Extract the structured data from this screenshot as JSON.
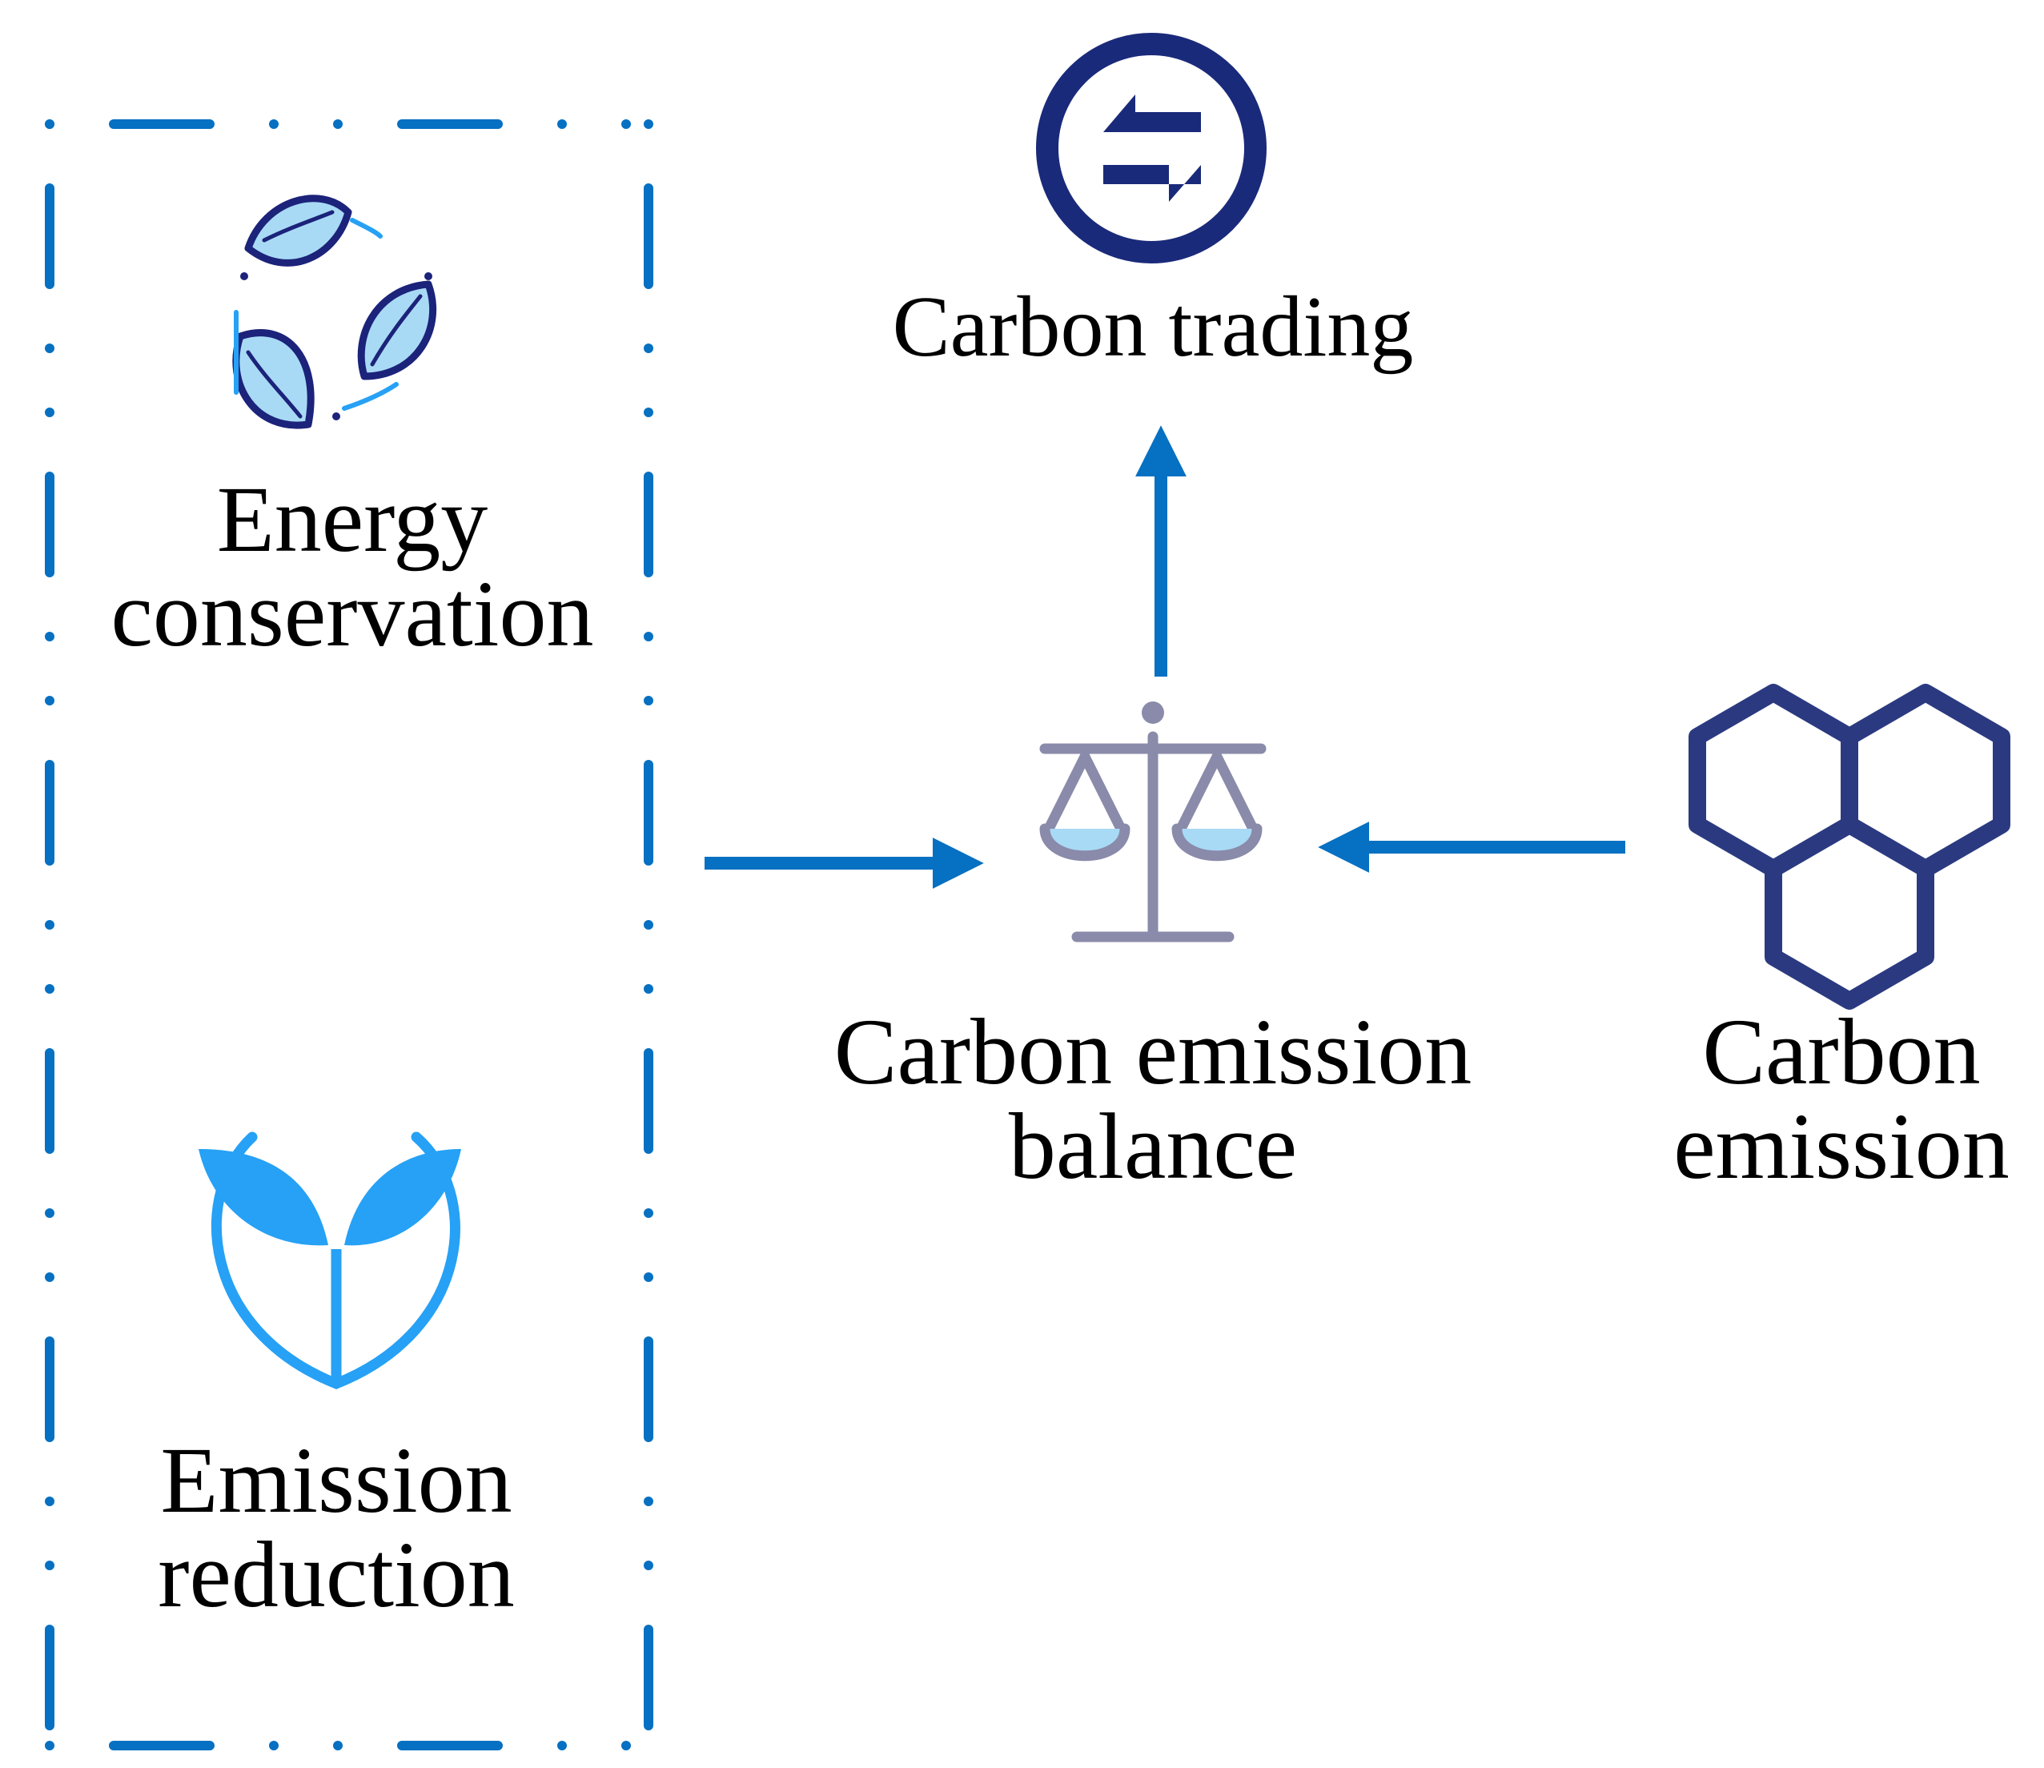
{
  "colors": {
    "arrow": "#0670c2",
    "dash_box": "#0670c2",
    "trading_icon": "#1a2a7a",
    "leaf_fill": "#a8daf5",
    "leaf_stroke": "#1c237a",
    "sprout": "#26a1f5",
    "scale_gray": "#8a8aaa",
    "scale_pan": "#a8daf5",
    "hex": "#2b3a80"
  },
  "nodes": {
    "energy": {
      "icon": "leaves-cycle-icon",
      "lines": [
        "Energy",
        "conservation"
      ]
    },
    "reduction": {
      "icon": "sprout-icon",
      "lines": [
        "Emission",
        "reduction"
      ]
    },
    "trading": {
      "icon": "exchange-arrows-icon",
      "lines": [
        "Carbon trading"
      ]
    },
    "balance": {
      "icon": "scale-icon",
      "lines": [
        "Carbon emission",
        "balance"
      ]
    },
    "emission": {
      "icon": "hexagons-icon",
      "lines": [
        "Carbon",
        "emission"
      ]
    }
  }
}
